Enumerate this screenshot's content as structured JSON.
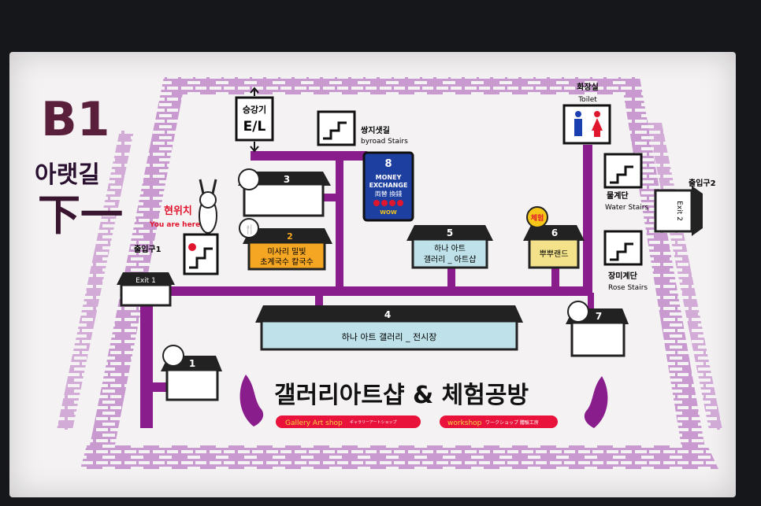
{
  "floor": {
    "code": "B1",
    "name": "아랫길",
    "hanja": "下一"
  },
  "you_are_here": {
    "ko": "현위치",
    "en": "You are here"
  },
  "elevator": {
    "ko": "승강기",
    "code": "E/L"
  },
  "byroad_stairs": {
    "ko": "쌍지샛길",
    "en": "byroad Stairs"
  },
  "toilet": {
    "ko": "화장실",
    "en": "Toilet"
  },
  "water_stairs": {
    "ko": "물계단",
    "en": "Water Stairs"
  },
  "rose_stairs": {
    "ko": "장미계단",
    "en": "Rose Stairs"
  },
  "exit1": {
    "ko": "출입구1",
    "en": "Exit 1"
  },
  "exit2": {
    "ko": "출입구2",
    "en": "Exit 2"
  },
  "shops": [
    {
      "num": "1",
      "name": ""
    },
    {
      "num": "2",
      "name_line1": "미사리 밀빛",
      "name_line2": "초계국수 칼국수"
    },
    {
      "num": "3",
      "name": ""
    },
    {
      "num": "4",
      "name": "하나 아트 갤러리 _ 전시장"
    },
    {
      "num": "5",
      "name_line1": "하나 아트",
      "name_line2": "갤러리 _ 아트샵"
    },
    {
      "num": "6",
      "name": "뿌뿌랜드",
      "badge": "체험"
    },
    {
      "num": "7",
      "name": ""
    },
    {
      "num": "8",
      "money_line1": "MONEY",
      "money_line2": "EXCHANGE",
      "money_line3": "両替 換錢",
      "money_line4": "WOW"
    }
  ],
  "banner": {
    "title": "갤러리아트샵 & 체험공방",
    "gallery_tag": "Gallery Art shop",
    "gallery_tag_jp": "ギャラリーアートショップ",
    "workshop_tag": "workshop",
    "workshop_tag_jp": "ワークショップ 體驗工房"
  },
  "colors": {
    "path": "#8a1d8c",
    "brick": "#c99ad0",
    "board": "#f4f2f3",
    "shop2": "#f5a623",
    "shop46": "#bfe2ea",
    "shop6": "#f3e28a",
    "money": "#1d3fa0",
    "banner_tag": "#e8123a"
  }
}
